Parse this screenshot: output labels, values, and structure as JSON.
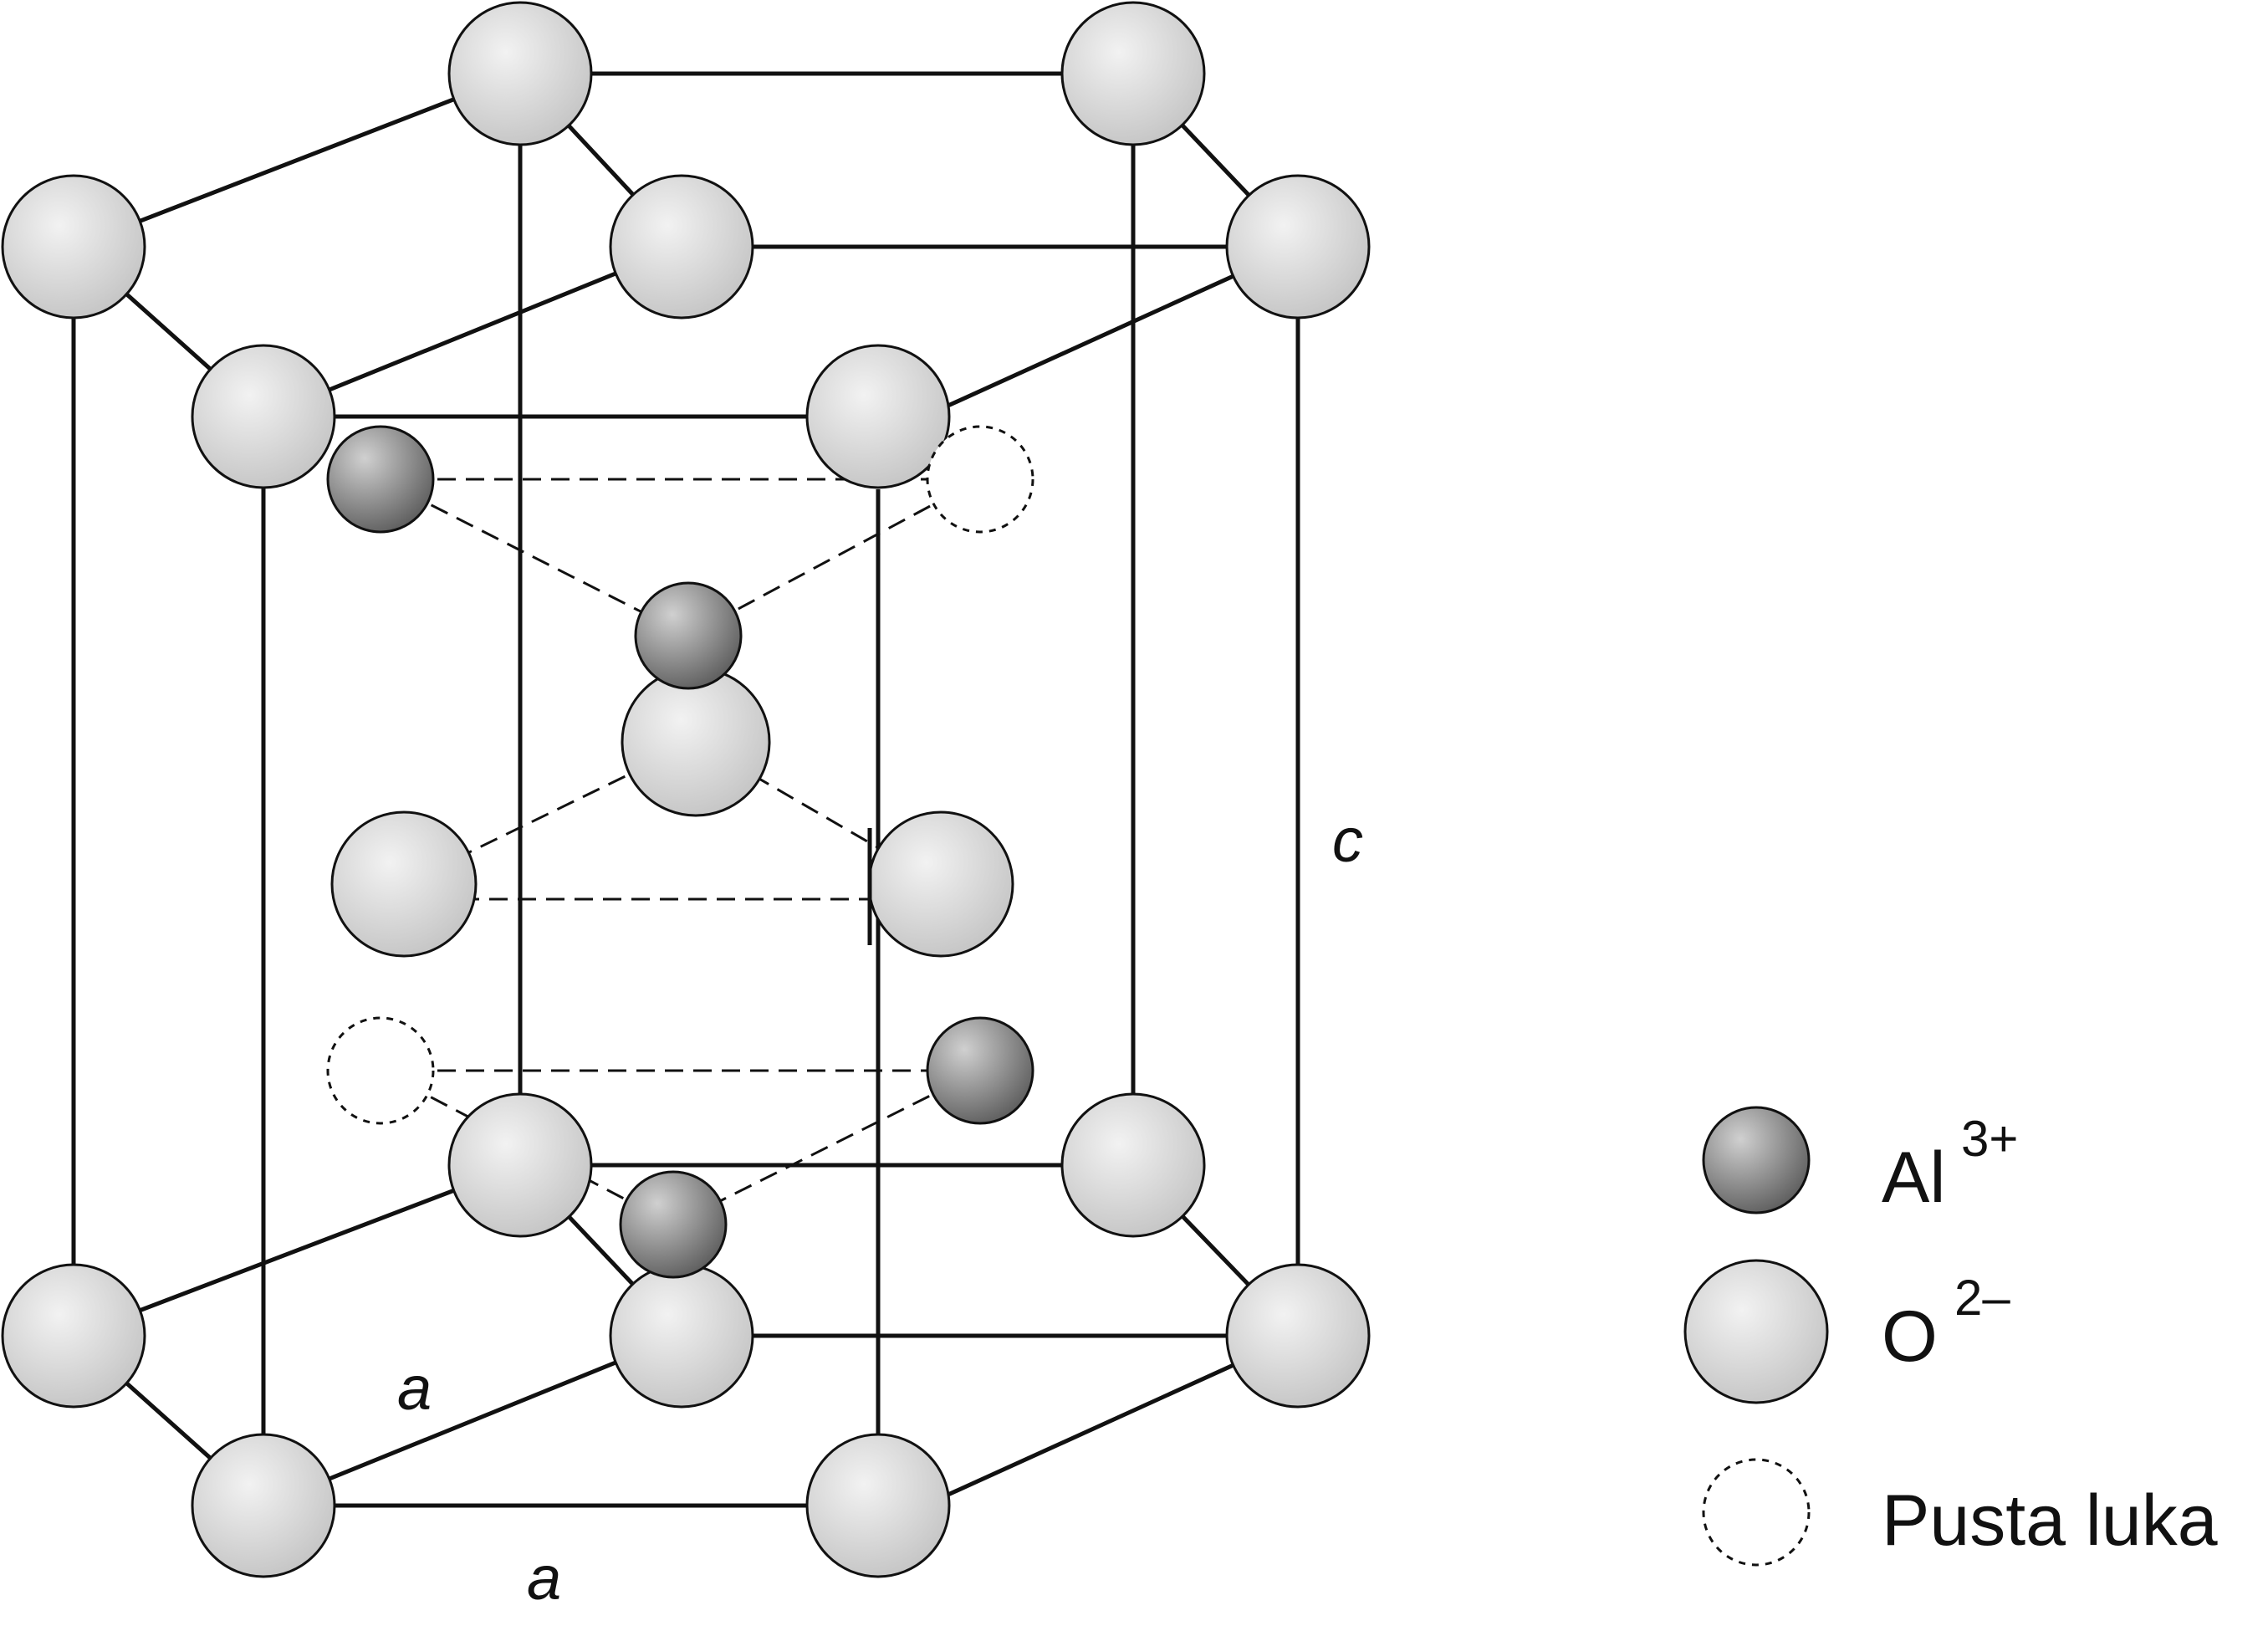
{
  "labels": {
    "c": "c",
    "a_left": "a",
    "a_bottom": "a"
  },
  "legend": {
    "al": {
      "symbol": "Al",
      "charge": "3+"
    },
    "o": {
      "symbol": "O",
      "charge": "2–"
    },
    "vacancy": {
      "text": "Pusta luka"
    }
  },
  "colors": {
    "edge": "#111111",
    "oxygen_fill": "#d8d8d8",
    "aluminium_fill": "#8a8a8a",
    "vacancy_fill": "#ffffff"
  }
}
